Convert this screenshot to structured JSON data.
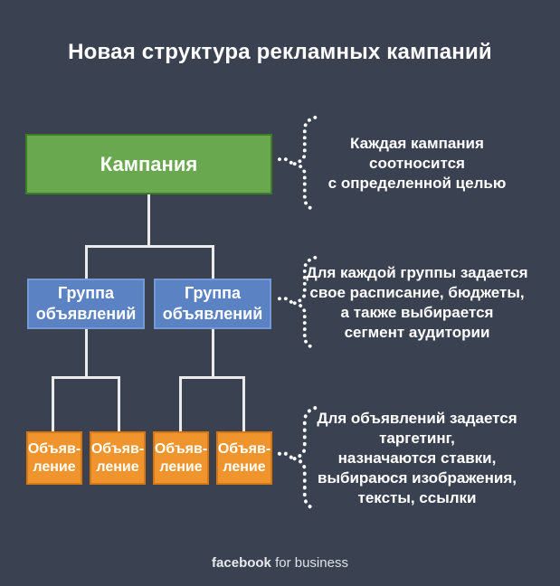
{
  "title": "Новая структура рекламных кампаний",
  "tree": {
    "campaign": {
      "label": "Кампания"
    },
    "groups": [
      {
        "line1": "Группа",
        "line2": "объявлений"
      },
      {
        "line1": "Группа",
        "line2": "объявлений"
      }
    ],
    "ads": [
      {
        "line1": "Объяв-",
        "line2": "ление"
      },
      {
        "line1": "Объяв-",
        "line2": "ление"
      },
      {
        "line1": "Объяв-",
        "line2": "ление"
      },
      {
        "line1": "Объяв-",
        "line2": "ление"
      }
    ]
  },
  "annotations": [
    {
      "lines": [
        "Каждая кампания",
        "соотносится",
        "с определенной целью"
      ]
    },
    {
      "lines": [
        "Для каждой группы задается",
        "свое расписание, бюджеты,",
        "а также выбирается",
        "сегмент аудитории"
      ]
    },
    {
      "lines": [
        "Для объявлений задается",
        "таргетинг,",
        "назначаются ставки,",
        "выбираюся изображения,",
        "тексты, ссылки"
      ]
    }
  ],
  "footer": {
    "brand": "facebook",
    "suffix": " for business"
  },
  "colors": {
    "background": "#3a4252",
    "campaign_fill": "#6aa84f",
    "campaign_border": "#3c7d25",
    "group_fill": "#5b82c3",
    "group_border": "#7499d6",
    "ad_fill": "#f0952d",
    "ad_border": "#d9760f",
    "connector": "#ebebeb",
    "text": "#ffffff"
  }
}
